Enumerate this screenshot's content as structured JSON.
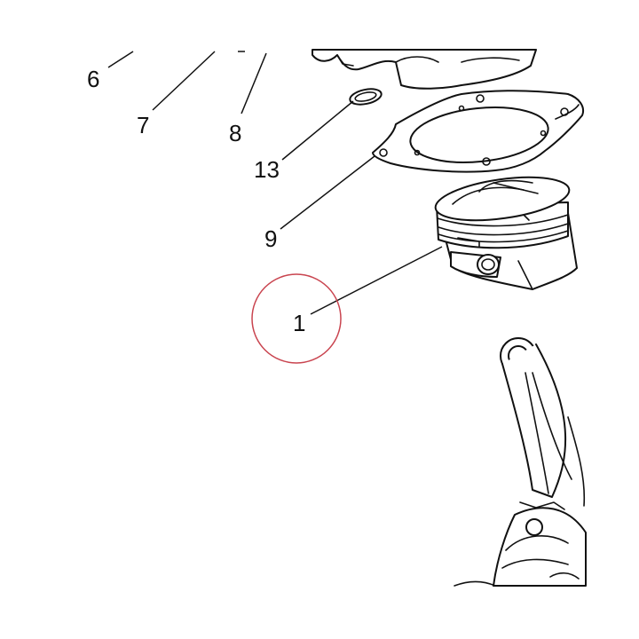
{
  "colors": {
    "line": "#111111",
    "background": "#ffffff",
    "highlight_circle": "#c9444f"
  },
  "callouts": [
    {
      "id": "6",
      "label": "6"
    },
    {
      "id": "7",
      "label": "7"
    },
    {
      "id": "8",
      "label": "8"
    },
    {
      "id": "13",
      "label": "13"
    },
    {
      "id": "9",
      "label": "9"
    },
    {
      "id": "1",
      "label": "1"
    }
  ],
  "highlighted_callout": "1"
}
